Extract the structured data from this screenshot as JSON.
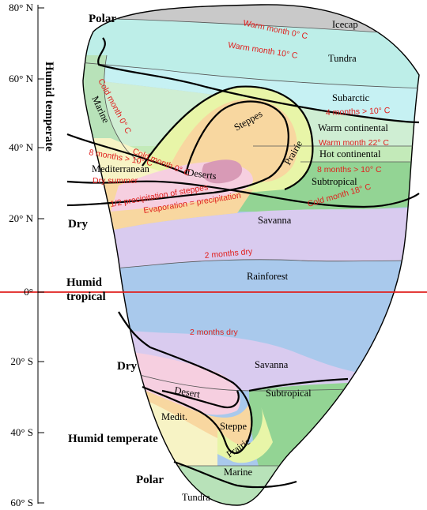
{
  "latitude_labels": [
    "80° N",
    "60° N",
    "40° N",
    "20° N",
    "0°",
    "20° S",
    "40° S",
    "60° S"
  ],
  "groups": {
    "polar_n": "Polar",
    "humid_temperate_n": "Humid temperate",
    "dry_n": "Dry",
    "humid_tropical": "Humid",
    "humid_tropical_2": "tropical",
    "dry_s": "Dry",
    "humid_temperate_s": "Humid temperate",
    "polar_s": "Polar"
  },
  "zones": {
    "icecap": "Icecap",
    "tundra_n": "Tundra",
    "subarctic": "Subarctic",
    "warm_continental": "Warm continental",
    "hot_continental": "Hot continental",
    "subtropical_n": "Subtropical",
    "marine_n": "Marine",
    "mediterranean": "Mediterranean",
    "deserts": "Deserts",
    "steppes": "Steppes",
    "prairie_n": "Prairie",
    "savanna_n": "Savanna",
    "rainforest": "Rainforest",
    "savanna_s": "Savanna",
    "desert_s": "Desert",
    "subtropical_s": "Subtropical",
    "medit_s": "Medit.",
    "steppe_s": "Steppe",
    "prairie_s": "Prairie",
    "marine_s": "Marine",
    "tundra_s": "Tundra"
  },
  "notes": {
    "warm_0": "Warm month 0° C",
    "warm_10": "Warm month 10° C",
    "cold_0_marine": "Cold month 0° C",
    "four_months": "4 months > 10° C",
    "warm_22": "Warm month 22° C",
    "eight_months_right": "8 months > 10° C",
    "eight_months_left": "8 months > 10° C",
    "cold_0_mid": "Cold month 0° C",
    "dry_summer": "Dry summer",
    "half_precip": "1/2 precipitation of steppes",
    "evaporation": "Evaporation =    precipitation",
    "cold_18": "Cold month 18° C",
    "two_months_n": "2 months dry",
    "two_months_s": "2 months dry"
  },
  "colors": {
    "icecap": "#c9c9c9",
    "tundra": "#bdeee8",
    "subarctic": "#c6f1f3",
    "warm_continental": "#cfeed3",
    "hot_continental": "#c3eab9",
    "subtropical": "#93d494",
    "marine": "#b8e2b9",
    "mediterranean": "#f7f3c5",
    "steppe": "#f8d7a0",
    "desert": "#f6cfe0",
    "desert_core": "#d89ab6",
    "prairie": "#e8f5a8",
    "savanna": "#d9cbef",
    "rainforest": "#a9c9ec",
    "equator": "#e0201e",
    "note": "#e0201e"
  }
}
